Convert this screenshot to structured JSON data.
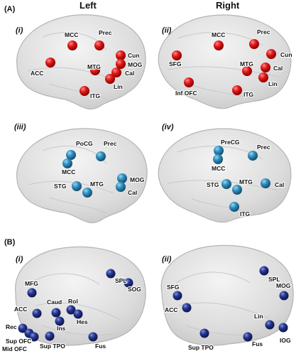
{
  "section_a": {
    "label": "(A)",
    "header_left": "Left",
    "header_right": "Right",
    "panels": [
      {
        "numeral": "(i)",
        "color": "#d81e1e",
        "regions": [
          "ACC",
          "MCC",
          "Prec",
          "Cun",
          "MOG",
          "MTG",
          "Cal",
          "Lin",
          "ITG"
        ]
      },
      {
        "numeral": "(ii)",
        "color": "#d81e1e",
        "regions": [
          "SFG",
          "MCC",
          "Prec",
          "Cun",
          "MTG",
          "Cal",
          "Lin",
          "ITG",
          "Inf OFC"
        ]
      },
      {
        "numeral": "(iii)",
        "color": "#2f8fbf",
        "regions": [
          "PoCG",
          "Prec",
          "MCC",
          "STG",
          "MTG",
          "MOG",
          "Cal"
        ]
      },
      {
        "numeral": "(iv)",
        "color": "#2f8fbf",
        "regions": [
          "PreCG",
          "Prec",
          "MCC",
          "STG",
          "MTG",
          "Cal",
          "ITG"
        ]
      }
    ]
  },
  "section_b": {
    "label": "(B)",
    "panels": [
      {
        "numeral": "(i)",
        "color": "#1f2f8a",
        "regions": [
          "MFG",
          "SPL",
          "Caud",
          "Rol",
          "ACC",
          "Hes",
          "SOG",
          "Ins",
          "Rec",
          "Sup OFC",
          "Mid OFC",
          "Sup TPO",
          "Fus"
        ]
      },
      {
        "numeral": "(ii)",
        "color": "#1f2f8a",
        "regions": [
          "SFG",
          "SPL",
          "ACC",
          "MOG",
          "Lin",
          "IOG",
          "Sup TPO",
          "Fus"
        ]
      }
    ]
  }
}
